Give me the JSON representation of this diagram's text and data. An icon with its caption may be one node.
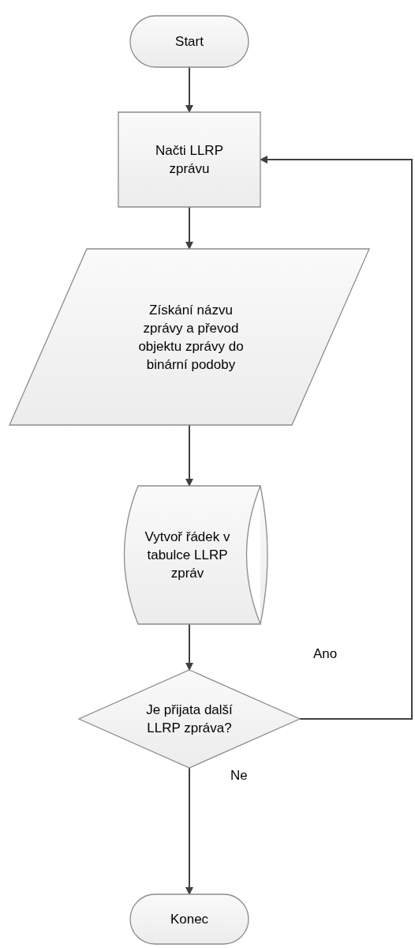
{
  "diagram": {
    "nodes": [
      {
        "text": [
          "Start"
        ]
      },
      {
        "text": [
          "Načti LLRP zprávu"
        ]
      },
      {
        "text": [
          "Získání názvu zprávy a převod objektu zprávy do binární podoby"
        ]
      },
      {
        "text": [
          "Vytvoř řádek v tabulce LLRP zpráv"
        ]
      },
      {
        "text": [
          "Je přijata další LLRP zpráva?"
        ]
      },
      {
        "text": [
          "Konec"
        ]
      }
    ],
    "edges": [
      {
        "from": 0,
        "to": 1,
        "arrow": "to"
      },
      {
        "from": 1,
        "to": 2,
        "arrow": "to"
      },
      {
        "from": 2,
        "to": 3,
        "arrow": "to"
      },
      {
        "from": 3,
        "to": 4,
        "arrow": "to"
      },
      {
        "from": 4,
        "to": 1,
        "arrow": "to",
        "label": "Ano"
      },
      {
        "from": 4,
        "to": 5,
        "arrow": "to",
        "label": "Ne"
      }
    ]
  }
}
